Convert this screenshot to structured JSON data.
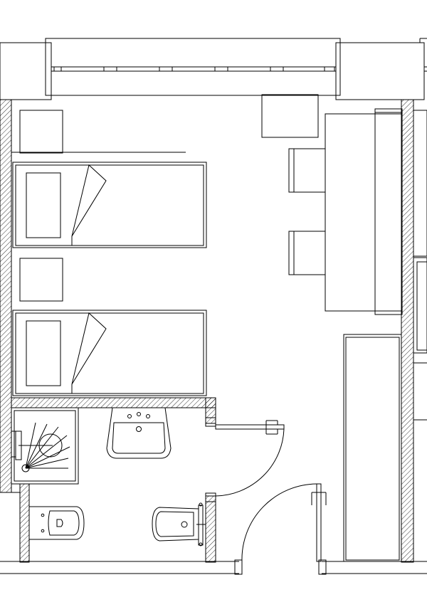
{
  "plan": {
    "beds": 2,
    "desk_chairs": 2,
    "doors": 2,
    "bathroom_fixtures": [
      "shower",
      "washbasin",
      "toilet",
      "bidet"
    ],
    "line_color": "#000000",
    "background_color": "#ffffff"
  }
}
